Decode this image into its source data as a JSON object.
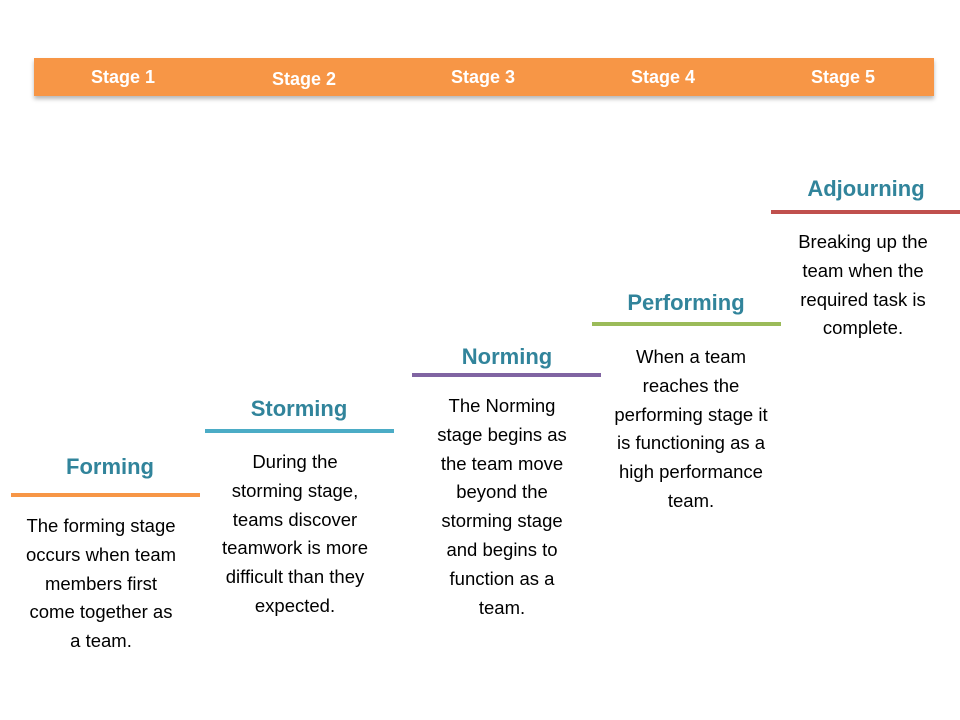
{
  "stages": [
    "Stage 1",
    "Stage 2",
    "Stage 3",
    "Stage 4",
    "Stage 5"
  ],
  "steps": [
    {
      "title": "Forming",
      "description": "The forming stage occurs when team members first come together as a team.",
      "color": "#f79646"
    },
    {
      "title": "Storming",
      "description": "During the storming stage, teams discover teamwork  is more difficult than they expected.",
      "color": "#4bacc6"
    },
    {
      "title": "Norming",
      "description": "The Norming stage begins as the team move beyond the storming stage and begins to function as a team.",
      "color": "#8064a2"
    },
    {
      "title": "Performing",
      "description": "When a team reaches the performing stage it is functioning as a high performance team.",
      "color": "#9bbb59"
    },
    {
      "title": "Adjourning",
      "description": "Breaking up the team when the required task is complete.",
      "color": "#c0504d"
    }
  ],
  "title_color": "#31849b",
  "bar_color": "#f79646"
}
